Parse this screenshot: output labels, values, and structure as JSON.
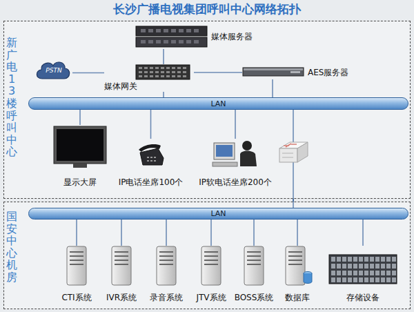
{
  "diagram": {
    "title": "长沙广播电视集团呼叫中心网络拓扑",
    "nodes": [
      {
        "text": [
          "新广电13楼呼叫中心"
        ]
      },
      {
        "text": [
          "媒体服务器"
        ],
        "in": 0
      },
      {
        "text": [
          "PSTN"
        ],
        "in": 0
      },
      {
        "text": [
          "媒体网关"
        ],
        "in": 0
      },
      {
        "text": [
          "AES服务器"
        ],
        "in": 0
      },
      {
        "text": [
          "LAN"
        ],
        "in": 0
      },
      {
        "text": [
          "显示大屏"
        ],
        "in": 0
      },
      {
        "text": [
          "IP电话坐席100个"
        ],
        "in": 0
      },
      {
        "text": [
          "IP软电话坐席200个"
        ],
        "in": 0
      },
      {
        "text": [
          "国安中心机房"
        ]
      },
      {
        "text": [
          "LAN"
        ],
        "in": 9
      },
      {
        "text": [
          "CTI系统"
        ],
        "in": 9
      },
      {
        "text": [
          "IVR系统"
        ],
        "in": 9
      },
      {
        "text": [
          "录音系统"
        ],
        "in": 9
      },
      {
        "text": [
          "JTV系统"
        ],
        "in": 9
      },
      {
        "text": [
          "BOSS系统"
        ],
        "in": 9
      },
      {
        "text": [
          "数据库"
        ],
        "in": 9
      },
      {
        "text": [
          "存储设备"
        ],
        "in": 9
      }
    ],
    "edges": [
      {
        "from": 2,
        "to": 3,
        "arrow": "none"
      },
      {
        "from": 1,
        "to": 3,
        "arrow": "none"
      },
      {
        "from": 3,
        "to": 4,
        "arrow": "none"
      },
      {
        "from": 3,
        "to": 5,
        "arrow": "none"
      },
      {
        "from": 4,
        "to": 5,
        "arrow": "none"
      },
      {
        "from": 5,
        "to": 6,
        "arrow": "none"
      },
      {
        "from": 5,
        "to": 7,
        "arrow": "none"
      },
      {
        "from": 5,
        "to": 8,
        "arrow": "none"
      },
      {
        "from": 5,
        "to": 10,
        "arrow": "none"
      },
      {
        "from": 10,
        "to": 11,
        "arrow": "none"
      },
      {
        "from": 10,
        "to": 12,
        "arrow": "none"
      },
      {
        "from": 10,
        "to": 13,
        "arrow": "none"
      },
      {
        "from": 10,
        "to": 14,
        "arrow": "none"
      },
      {
        "from": 10,
        "to": 15,
        "arrow": "none"
      },
      {
        "from": 10,
        "to": 16,
        "arrow": "none"
      },
      {
        "from": 10,
        "to": 17,
        "arrow": "none"
      }
    ]
  }
}
